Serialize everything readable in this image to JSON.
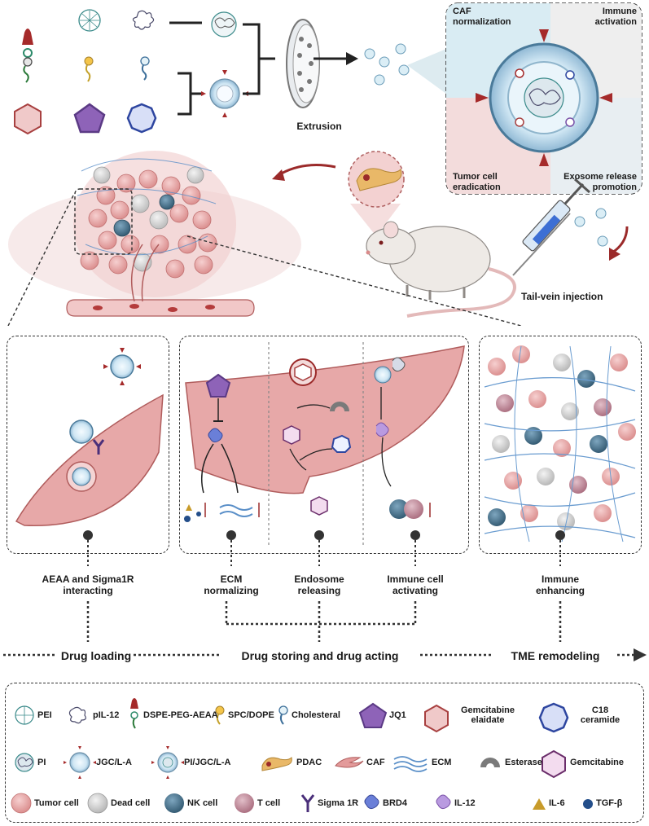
{
  "top": {
    "extrusion": "Extrusion",
    "tail_vein": "Tail-vein injection",
    "inset": {
      "caf": [
        "CAF",
        "normalization"
      ],
      "immune": [
        "Immune",
        "activation"
      ],
      "tumor": [
        "Tumor cell",
        "eradication"
      ],
      "exosome": [
        "Exosome release",
        "promotion"
      ]
    }
  },
  "mechanisms": [
    {
      "id": "aeaa",
      "lines": [
        "AEAA and Sigma1R",
        "interacting"
      ]
    },
    {
      "id": "ecm",
      "lines": [
        "ECM",
        "normalizing"
      ]
    },
    {
      "id": "endosome",
      "lines": [
        "Endosome",
        "releasing"
      ]
    },
    {
      "id": "immune_cell",
      "lines": [
        "Immune cell",
        "activating"
      ]
    },
    {
      "id": "immune_enh",
      "lines": [
        "Immune",
        "enhancing"
      ]
    }
  ],
  "stages": {
    "loading": "Drug loading",
    "storing": "Drug storing and drug acting",
    "tme": "TME remodeling"
  },
  "legend": {
    "row1": [
      {
        "icon": "pei-icon",
        "label": "PEI"
      },
      {
        "icon": "pil12-icon",
        "label": "pIL-12"
      },
      {
        "icon": "dspe-icon",
        "label": "DSPE-PEG-AEAA"
      },
      {
        "icon": "spc-icon",
        "label": "SPC/DOPE"
      },
      {
        "icon": "cholesterol-icon",
        "label": "Cholesteral"
      },
      {
        "icon": "jq1-icon",
        "label": "JQ1"
      },
      {
        "icon": "gem-elaidate-icon",
        "label": "Gemcitabine elaidate"
      },
      {
        "icon": "c18-icon",
        "label": "C18 ceramide"
      }
    ],
    "row2": [
      {
        "icon": "pi-icon",
        "label": "PI"
      },
      {
        "icon": "jgc-icon",
        "label": "JGC/L-A"
      },
      {
        "icon": "pi-jgc-icon",
        "label": "PI/JGC/L-A"
      },
      {
        "icon": "pdac-icon",
        "label": "PDAC"
      },
      {
        "icon": "caf-icon",
        "label": "CAF"
      },
      {
        "icon": "ecm-icon",
        "label": "ECM"
      },
      {
        "icon": "esterase-icon",
        "label": "Esterase"
      },
      {
        "icon": "gemcitabine-icon",
        "label": "Gemcitabine"
      }
    ],
    "row3": [
      {
        "icon": "tumor-cell-icon",
        "label": "Tumor cell"
      },
      {
        "icon": "dead-cell-icon",
        "label": "Dead cell"
      },
      {
        "icon": "nk-cell-icon",
        "label": "NK cell"
      },
      {
        "icon": "t-cell-icon",
        "label": "T cell"
      },
      {
        "icon": "sigma1r-icon",
        "label": "Sigma 1R"
      },
      {
        "icon": "brd4-icon",
        "label": "BRD4"
      },
      {
        "icon": "il12-icon",
        "label": "IL-12"
      },
      {
        "icon": "il6-icon",
        "label": "IL-6"
      },
      {
        "icon": "tgfb-icon",
        "label": "TGF-β"
      }
    ]
  },
  "colors": {
    "tumor": "#e8a9a9",
    "caf": "#d98585",
    "ecm": "#5a8fc8",
    "nk": "#3f6b85",
    "tcell": "#b98090",
    "jq1": "#7a52a8",
    "gem": "#b04a4a",
    "c18": "#2b4fa8",
    "aeaa": "#a02020"
  }
}
